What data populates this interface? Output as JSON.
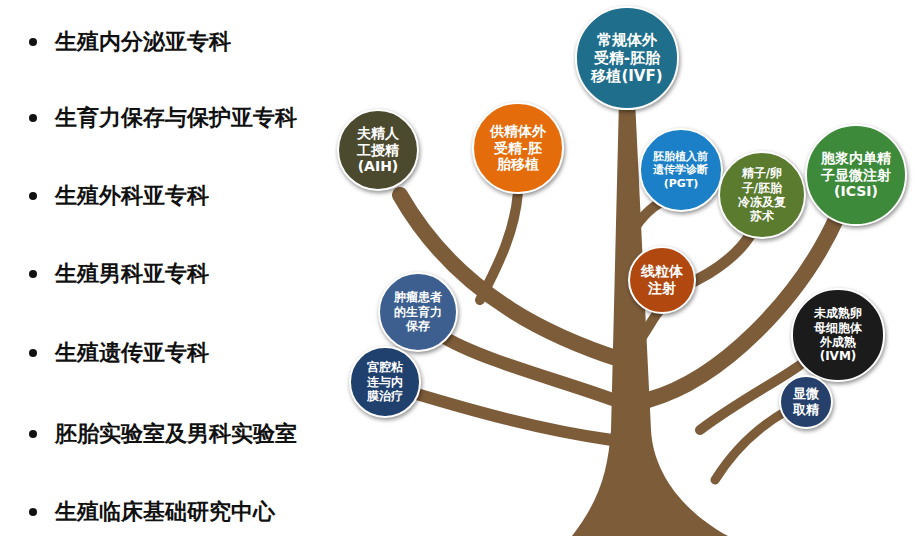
{
  "diagram": {
    "nodes": [
      {
        "text": [
          "常规体外 受精-胚胎 移植(IVF)"
        ]
      },
      {
        "text": [
          "夫精人 工授精 (AIH)"
        ]
      },
      {
        "text": [
          "供精体外 受精-胚 胎移植"
        ]
      },
      {
        "text": [
          "胚胎植入前 遗传学诊断 (PGT)"
        ]
      },
      {
        "text": [
          "精子/卵 子/胚胎 冷冻及复 苏术"
        ]
      },
      {
        "text": [
          "胞浆内单精 子显微注射 (ICSI)"
        ]
      },
      {
        "text": [
          "线粒体 注射"
        ]
      },
      {
        "text": [
          "肿瘤患者 的生育力 保存"
        ]
      },
      {
        "text": [
          "未成熟卵 母细胞体 外成熟 (IVM)"
        ]
      },
      {
        "text": [
          "宫腔粘 连与内 膜治疗"
        ]
      },
      {
        "text": [
          "显微 取精"
        ]
      }
    ],
    "labels": [
      "生殖内分泌亚专科",
      "生育力保存与保护亚专科",
      "生殖外科亚专科",
      "生殖男科亚专科",
      "生殖遗传亚专科",
      "胚胎实验室及男科实验室",
      "生殖临床基础研究中心"
    ]
  }
}
